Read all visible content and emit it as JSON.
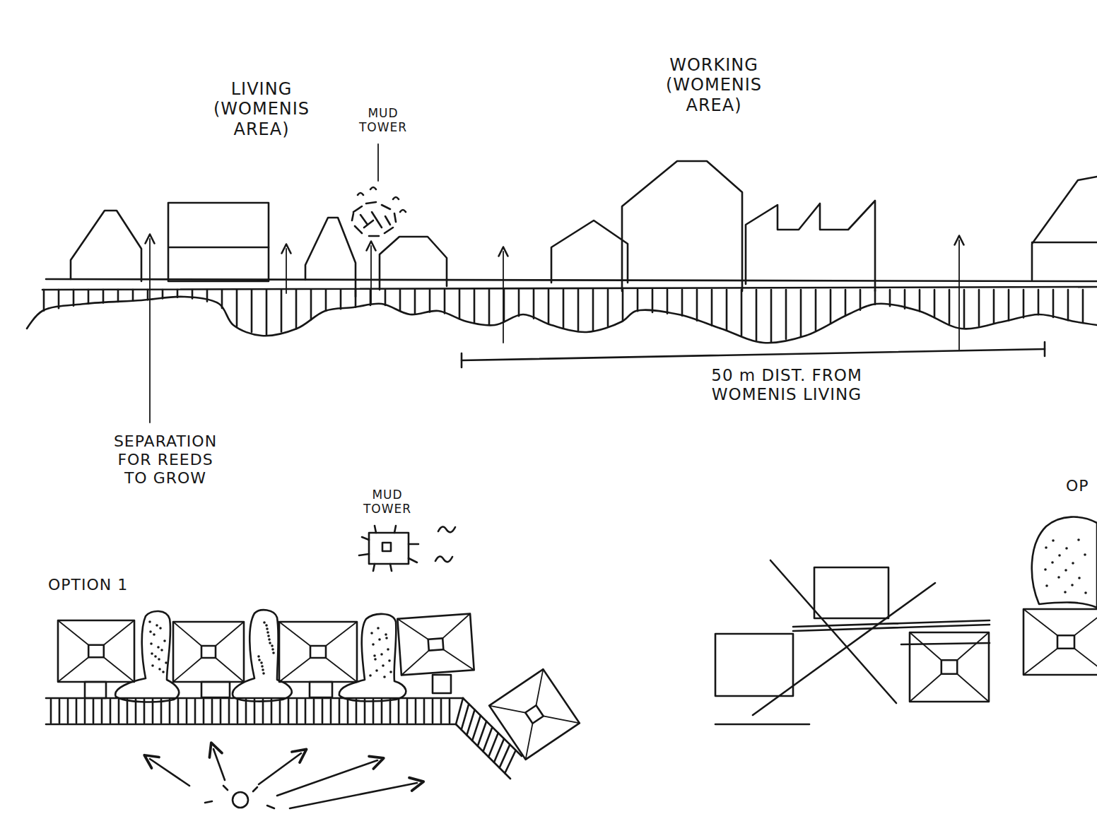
{
  "diagram": {
    "labels": [
      "LIVING (WOMENIS AREA)",
      "MUD TOWER",
      "WORKING (WOMENIS AREA)",
      "50 m DIST. FROM WOMENIS LIVING",
      "SEPARATION FOR REEDS TO GROW",
      "MUD TOWER",
      "OPTION 1",
      "OP"
    ]
  }
}
